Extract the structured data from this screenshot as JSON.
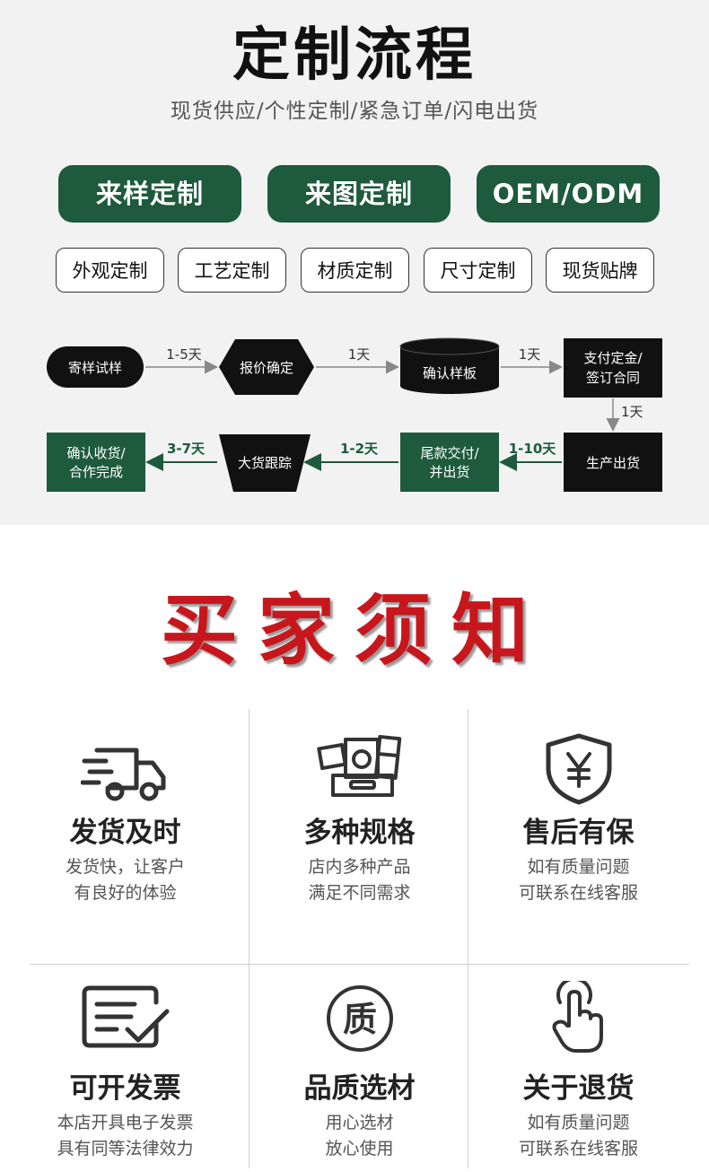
{
  "header": {
    "title": "定制流程",
    "subtitle": "现货供应/个性定制/紧急订单/闪电出货"
  },
  "primary_options": [
    "来样定制",
    "来图定制",
    "OEM/ODM"
  ],
  "secondary_options": [
    "外观定制",
    "工艺定制",
    "材质定制",
    "尺寸定制",
    "现货贴牌"
  ],
  "process": {
    "steps": {
      "send_sample": "寄样试样",
      "quote": "报价确定",
      "confirm_sample": "确认样板",
      "deposit_line1": "支付定金/",
      "deposit_line2": "签订合同",
      "production": "生产出货",
      "final_payment_line1": "尾款交付/",
      "final_payment_line2": "并出货",
      "tracking": "大货跟踪",
      "receipt_line1": "确认收货/",
      "receipt_line2": "合作完成"
    },
    "durations": {
      "d1": "1-5天",
      "d2": "1天",
      "d3": "1天",
      "d4": "1天",
      "d5": "1-10天",
      "d6": "1-2天",
      "d7": "3-7天"
    },
    "colors": {
      "dark": "#111111",
      "green": "#1e5a3c",
      "arrow": "#888888"
    }
  },
  "notice": {
    "title": "买家须知",
    "items": [
      {
        "icon": "truck-icon",
        "title": "发货及时",
        "line1": "发货快，让客户",
        "line2": "有良好的体验"
      },
      {
        "icon": "appliances-icon",
        "title": "多种规格",
        "line1": "店内多种产品",
        "line2": "满足不同需求"
      },
      {
        "icon": "yen-shield-icon",
        "title": "售后有保",
        "line1": "如有质量问题",
        "line2": "可联系在线客服"
      },
      {
        "icon": "invoice-icon",
        "title": "可开发票",
        "line1": "本店开具电子发票",
        "line2": "具有同等法律效力"
      },
      {
        "icon": "quality-badge-icon",
        "badge": "质",
        "title": "品质选材",
        "line1": "用心选材",
        "line2": "放心使用"
      },
      {
        "icon": "hand-tap-icon",
        "title": "关于退货",
        "line1": "如有质量问题",
        "line2": "可联系在线客服"
      }
    ]
  }
}
